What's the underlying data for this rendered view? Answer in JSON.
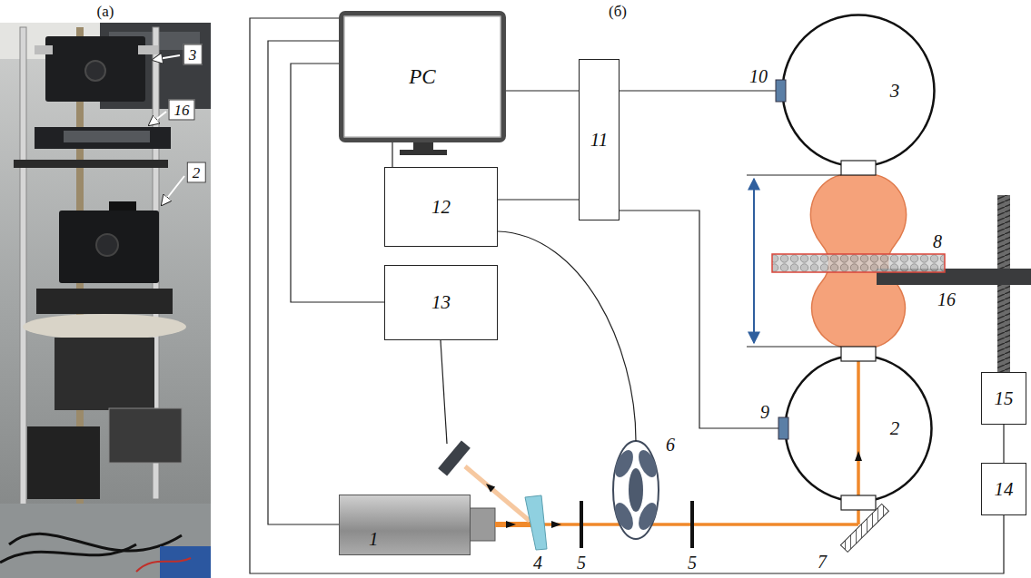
{
  "diagram": {
    "nodes": [
      {
        "text": [
          "PC"
        ]
      },
      {
        "text": [
          "11"
        ]
      },
      {
        "text": [
          "3"
        ]
      },
      {
        "text": [
          "12"
        ]
      },
      {
        "text": [
          "13"
        ]
      },
      {
        "text": [
          "2"
        ]
      },
      {
        "text": [
          "15"
        ]
      },
      {
        "text": [
          "1"
        ]
      },
      {
        "text": [
          "14"
        ]
      }
    ],
    "edges": [
      {
        "from": 0,
        "to": 1,
        "arrow": "none"
      },
      {
        "from": 1,
        "to": 2,
        "arrow": "none"
      },
      {
        "from": 0,
        "to": 3,
        "arrow": "none"
      },
      {
        "from": 3,
        "to": 1,
        "arrow": "none"
      },
      {
        "from": 1,
        "to": 5,
        "arrow": "none"
      },
      {
        "from": 0,
        "to": 4,
        "arrow": "none"
      },
      {
        "from": 0,
        "to": 7,
        "arrow": "none"
      },
      {
        "from": 0,
        "to": 8,
        "arrow": "none"
      },
      {
        "from": 6,
        "to": 8,
        "arrow": "none"
      }
    ],
    "labels": [
      "(а)",
      "(б)",
      "3",
      "16",
      "2",
      "10",
      "8",
      "16",
      "9",
      "6",
      "4",
      "5",
      "5",
      "7"
    ]
  }
}
